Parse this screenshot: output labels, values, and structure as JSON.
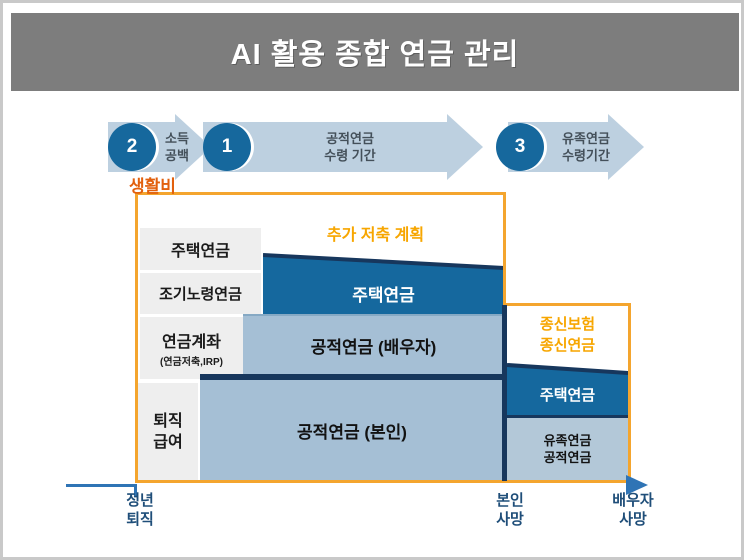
{
  "header": {
    "title": "AI 활용 종합 연금 관리"
  },
  "process_arrows": [
    {
      "number": "2",
      "label": "소득\n공백"
    },
    {
      "number": "1",
      "label": "공적연금\n수령 기간"
    },
    {
      "number": "3",
      "label": "유족연금\n수령기간"
    }
  ],
  "living_cost_label": "생활비",
  "plan_box": {
    "extra_savings_label": "추가 저축 계획",
    "left_column": [
      {
        "label": "주택연금"
      },
      {
        "label": "조기노령연금"
      },
      {
        "label": "연금계좌",
        "sublabel": "(연금저축,IRP)"
      },
      {
        "label": "퇴직\n급여"
      }
    ],
    "stack": {
      "housing_pension": "주택연금",
      "public_pension_spouse": "공적연금 (배우자)",
      "public_pension_self": "공적연금 (본인)"
    }
  },
  "right_box": {
    "title": "종신보험\n종신연금",
    "housing_pension": "주택연금",
    "survivor_pension": "유족연금\n공적연금"
  },
  "axis_labels": {
    "retirement": "정년\n퇴직",
    "self_death": "본인\n사망",
    "spouse_death": "배우자\n사망"
  },
  "colors": {
    "header_gray": "#7d7d7d",
    "dark_blue": "#15689e",
    "navy": "#17375d",
    "light_blue": "#a5bfd5",
    "pale_blue": "#b3c8d8",
    "arrow_blue": "#bdd0e0",
    "axis_blue": "#2f74b5",
    "orange_border": "#f4a52e",
    "orange_text": "#f7a600",
    "living_cost_orange": "#e2600d"
  }
}
